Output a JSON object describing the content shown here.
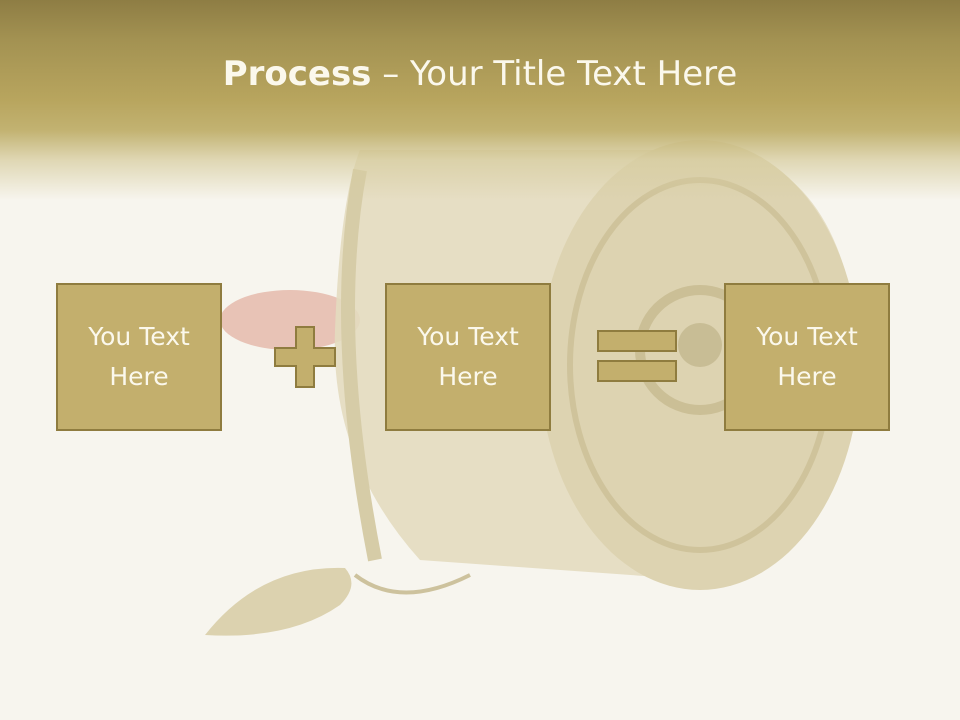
{
  "slide": {
    "title_bold": "Process",
    "title_rest": " – Your Title Text Here",
    "boxes": [
      {
        "text_line1": "You Text",
        "text_line2": "Here"
      },
      {
        "text_line1": "You Text",
        "text_line2": "Here"
      },
      {
        "text_line1": "You Text",
        "text_line2": "Here"
      }
    ],
    "operators": {
      "first": "plus-icon",
      "second": "equals-icon"
    }
  },
  "colors": {
    "accent": "#c3af6d",
    "accent_border": "#8f7c3f",
    "title_band": "#a39252",
    "text_light": "#fbf8ec",
    "background": "#f7f5ee"
  }
}
